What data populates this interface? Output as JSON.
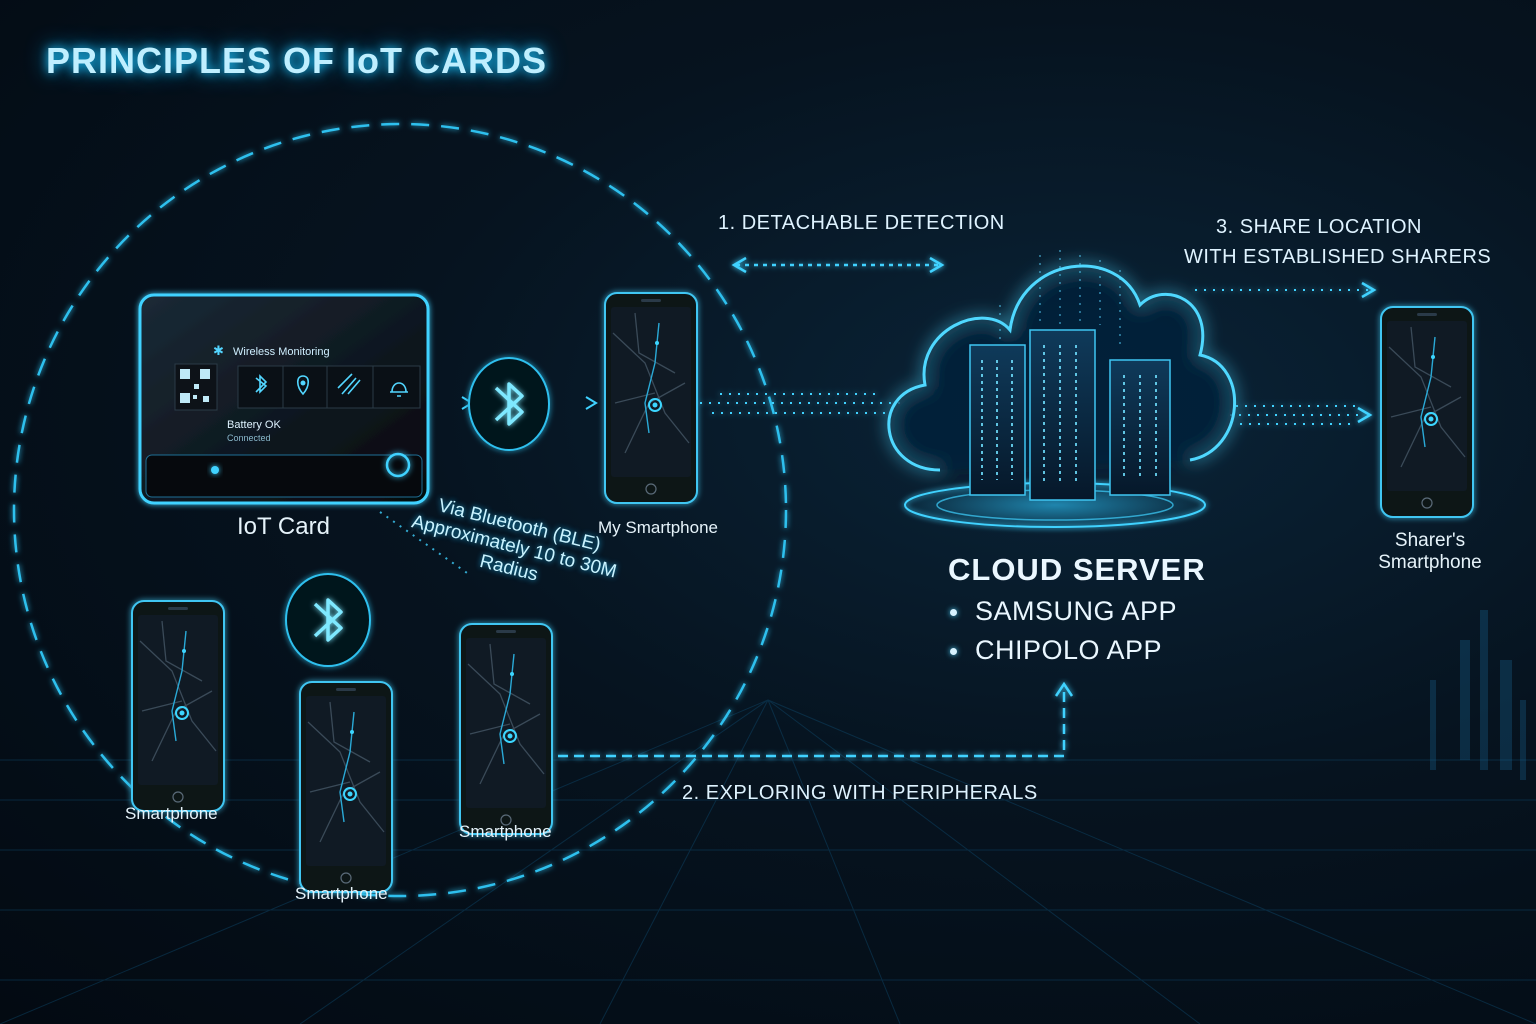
{
  "title": "PRINCIPLES OF IoT CARDS",
  "card": {
    "label": "IoT Card",
    "monitoring_text": "Wireless Monitoring",
    "battery_text": "Battery OK",
    "status_text": "Connected"
  },
  "ble_note": {
    "line1": "Via Bluetooth (BLE)",
    "line2": "Approximately 10 to 30M",
    "line3": "Radius"
  },
  "devices": {
    "my_phone": "My Smartphone",
    "phone_a": "Smartphone",
    "phone_b": "Smartphone",
    "phone_c": "Smartphone",
    "sharer_line1": "Sharer's",
    "sharer_line2": "Smartphone"
  },
  "steps": {
    "step1": "1. DETACHABLE DETECTION",
    "step2": "2. EXPLORING WITH PERIPHERALS",
    "step3_line1": "3. SHARE LOCATION",
    "step3_line2": "WITH ESTABLISHED SHARERS"
  },
  "cloud": {
    "title": "CLOUD SERVER",
    "apps": [
      "SAMSUNG APP",
      "CHIPOLO APP"
    ]
  },
  "colors": {
    "accent": "#1ec8ff",
    "background": "#06131f"
  }
}
